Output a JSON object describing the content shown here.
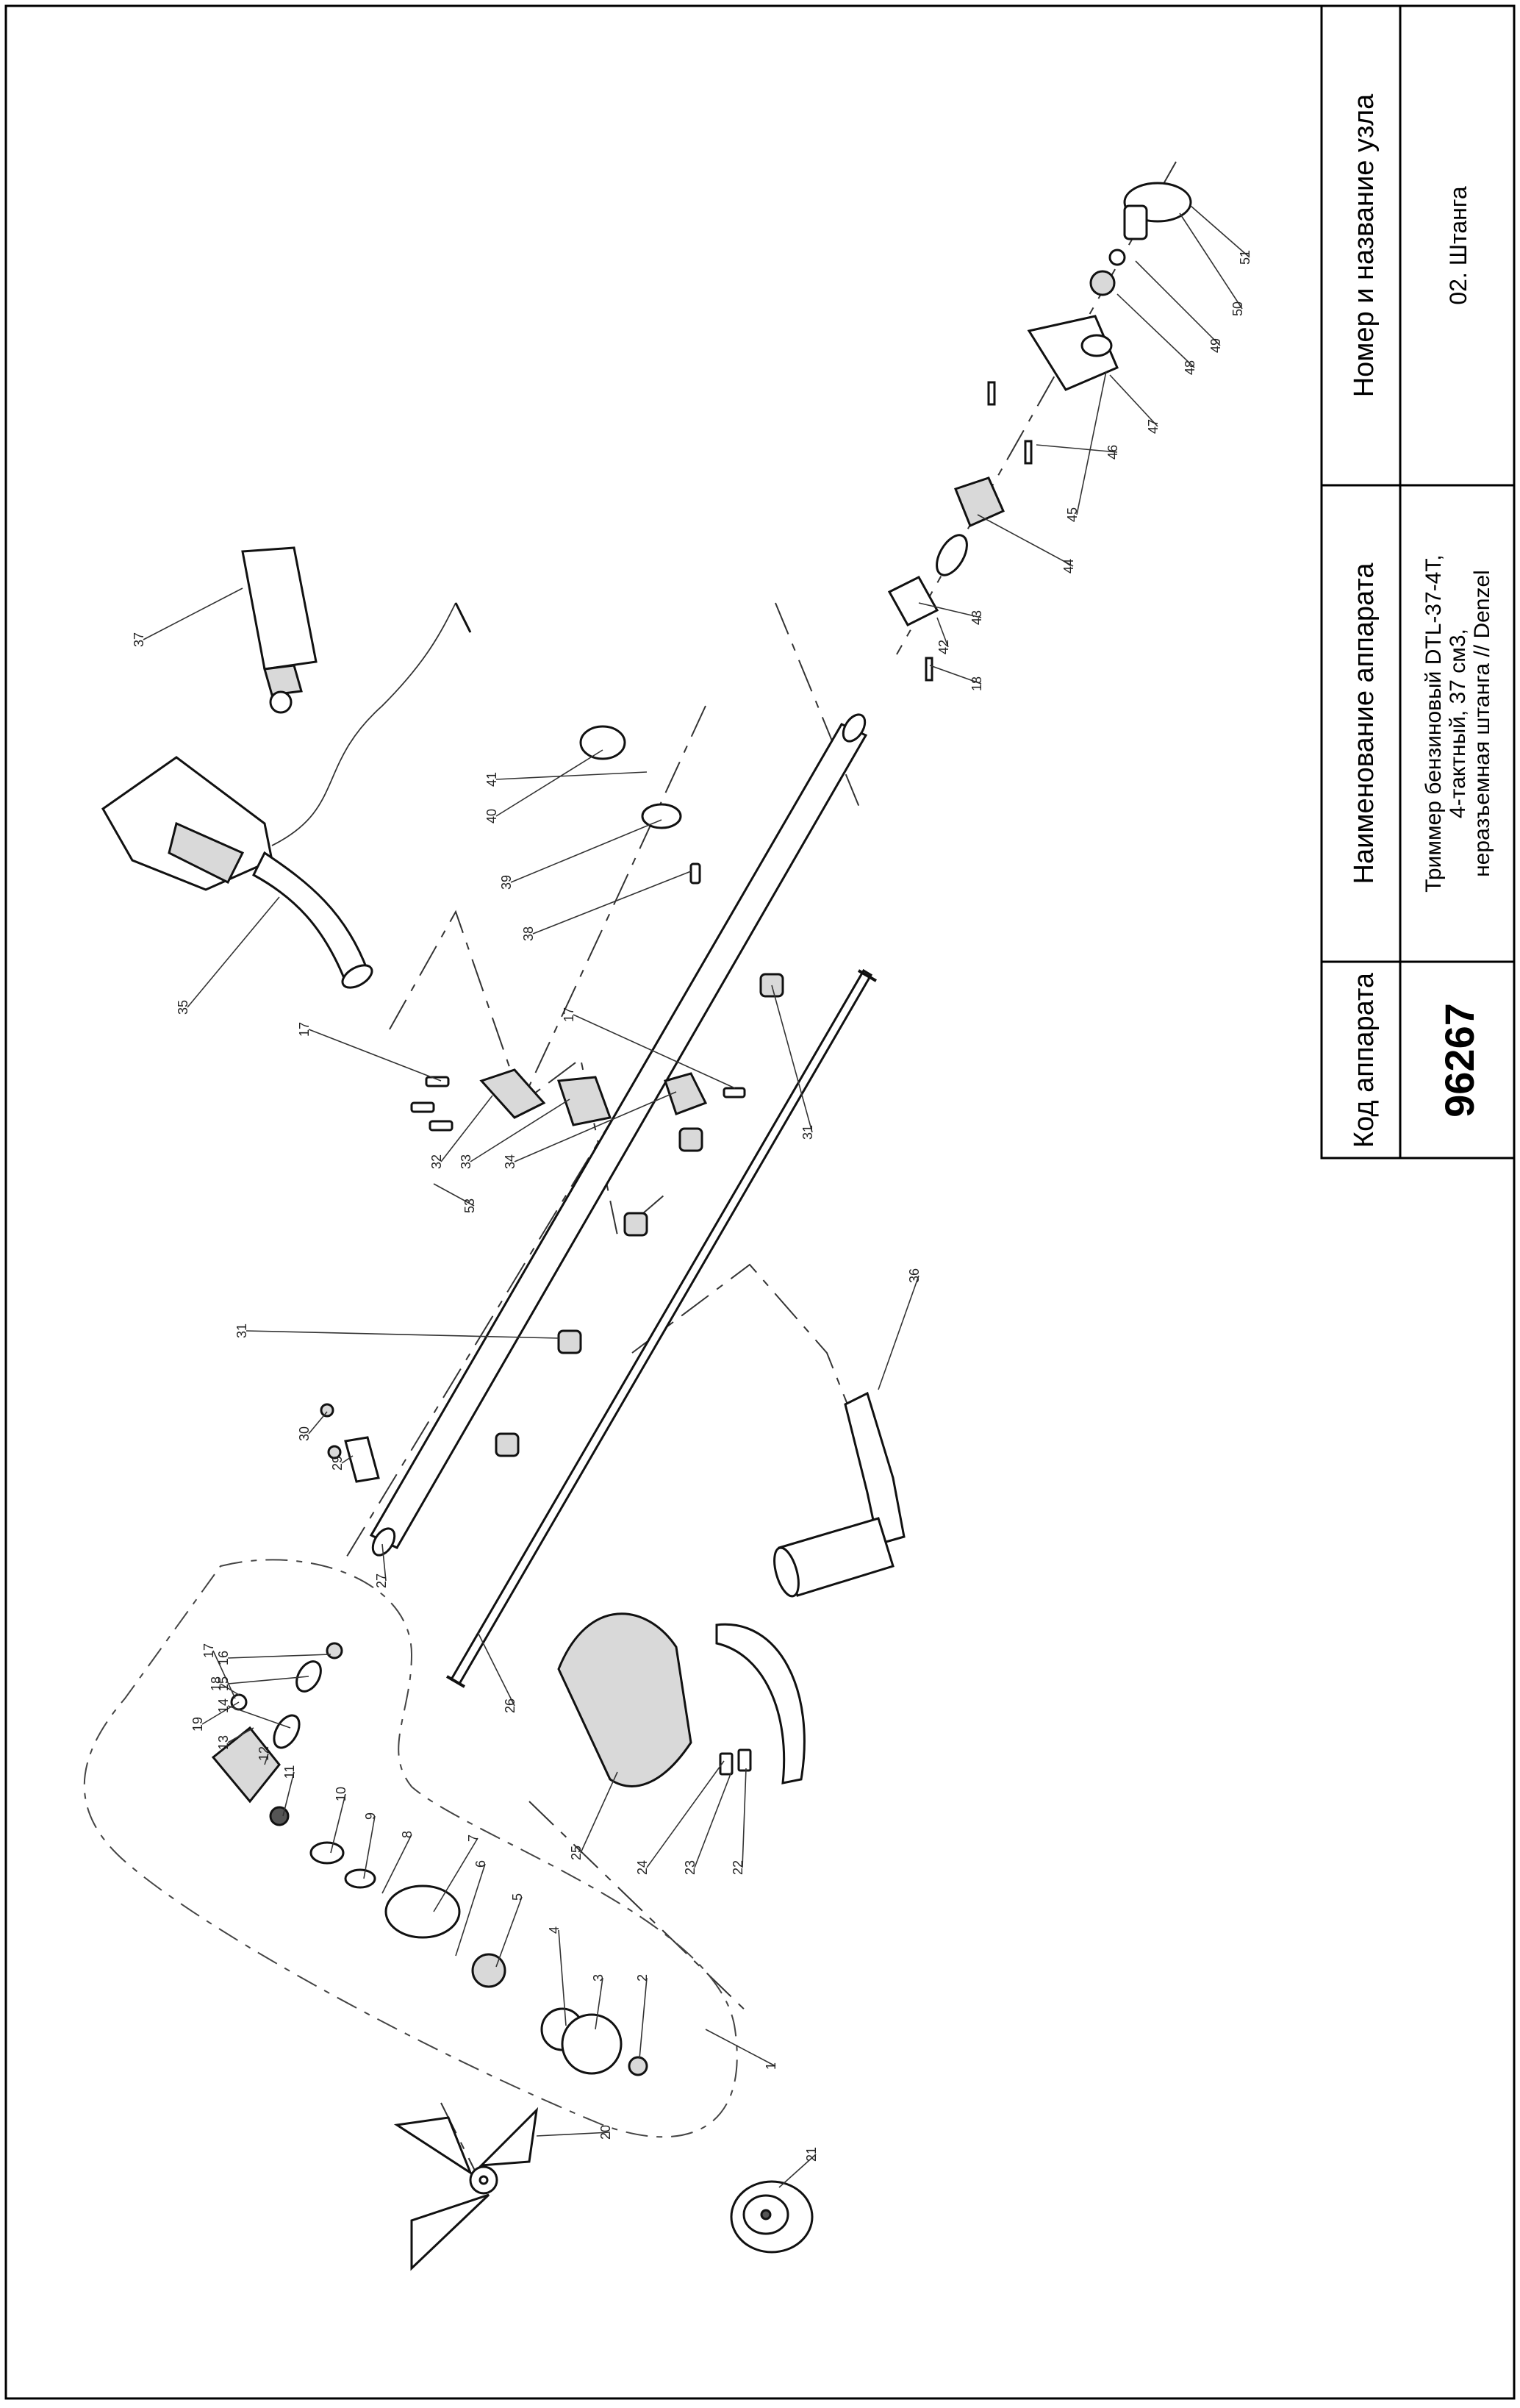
{
  "title_block": {
    "col_code": {
      "header": "Код аппарата",
      "value": "96267"
    },
    "col_device": {
      "header": "Наименование аппарата",
      "value_line1": "Триммер бензиновый DTL-37-4T,",
      "value_line2": "4-тактный, 37 см3,",
      "value_line3": "неразъемная штанга // Denzel"
    },
    "col_unit": {
      "header": "Номер и название узла",
      "value": "02. Штанга"
    }
  },
  "labels": [
    "1",
    "2",
    "3",
    "4",
    "5",
    "6",
    "7",
    "8",
    "9",
    "10",
    "11",
    "12",
    "13",
    "14",
    "15",
    "16",
    "17",
    "17",
    "17",
    "18",
    "18",
    "19",
    "20",
    "21",
    "22",
    "23",
    "24",
    "25",
    "26",
    "27",
    "29",
    "30",
    "31",
    "31",
    "32",
    "33",
    "34",
    "35",
    "36",
    "37",
    "38",
    "39",
    "40",
    "41",
    "42",
    "43",
    "44",
    "45",
    "46",
    "47",
    "48",
    "49",
    "50",
    "51",
    "53"
  ],
  "colors": {
    "line": "#000000",
    "background": "#ffffff",
    "part_fill": "#d9d9d9"
  }
}
